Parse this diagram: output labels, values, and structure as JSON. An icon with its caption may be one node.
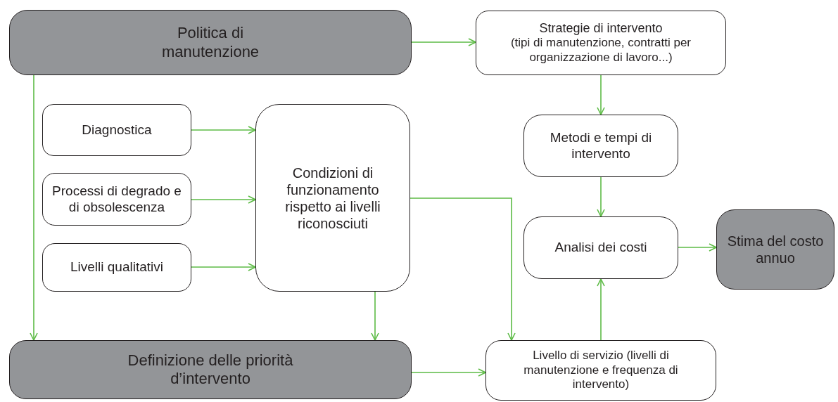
{
  "diagram": {
    "nodes": [
      {
        "text": [
          "Politica di manutenzione"
        ]
      },
      {
        "text": [
          "Strategie di intervento",
          "(tipi di manutenzione, contratti per organizzazione di lavoro...)"
        ]
      },
      {
        "text": [
          "Diagnostica"
        ]
      },
      {
        "text": [
          "Processi di degrado e di obsolescenza"
        ]
      },
      {
        "text": [
          "Livelli qualitativi"
        ]
      },
      {
        "text": [
          "Condizioni di funzionamento rispetto ai livelli riconosciuti"
        ]
      },
      {
        "text": [
          "Metodi e tempi di intervento"
        ]
      },
      {
        "text": [
          "Analisi dei costi"
        ]
      },
      {
        "text": [
          "Stima del costo annuo"
        ]
      },
      {
        "text": [
          "Definizione delle priorità d’intervento"
        ]
      },
      {
        "text": [
          "Livello di servizio (livelli di manutenzione e frequenza di intervento)"
        ]
      }
    ],
    "edges": [
      {
        "from": 0,
        "to": 1,
        "arrow": "to"
      },
      {
        "from": 0,
        "to": 9,
        "arrow": "to"
      },
      {
        "from": 2,
        "to": 5,
        "arrow": "to"
      },
      {
        "from": 3,
        "to": 5,
        "arrow": "to"
      },
      {
        "from": 4,
        "to": 5,
        "arrow": "to"
      },
      {
        "from": 5,
        "to": 9,
        "arrow": "to"
      },
      {
        "from": 5,
        "to": 10,
        "arrow": "to"
      },
      {
        "from": 1,
        "to": 6,
        "arrow": "to"
      },
      {
        "from": 6,
        "to": 7,
        "arrow": "to"
      },
      {
        "from": 10,
        "to": 7,
        "arrow": "to"
      },
      {
        "from": 7,
        "to": 8,
        "arrow": "to"
      },
      {
        "from": 9,
        "to": 10,
        "arrow": "to"
      }
    ]
  }
}
